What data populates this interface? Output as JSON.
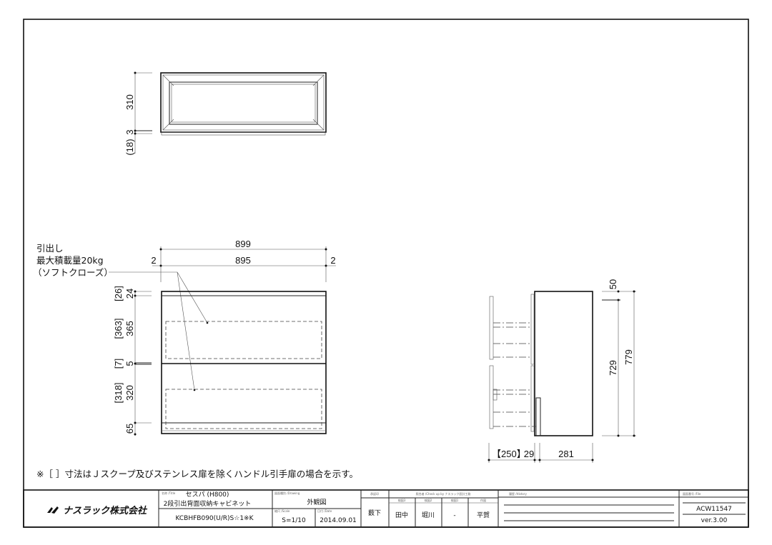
{
  "top_view": {
    "dims": {
      "depth": "310",
      "gap": "3",
      "offset": "(18)"
    }
  },
  "front_view": {
    "leader_note": [
      "引出し",
      "最大積載量20kg",
      "（ソフトクローズ）"
    ],
    "width_overall": "899",
    "width_inner": "895",
    "side_gap_left": "2",
    "side_gap_right": "2",
    "vertical_dims": [
      {
        "value": "24",
        "alt": "[26]"
      },
      {
        "value": "365",
        "alt": "[363]"
      },
      {
        "value": "5",
        "alt": "[7]"
      },
      {
        "value": "320",
        "alt": "[318]"
      },
      {
        "value": "65",
        "alt": ""
      }
    ]
  },
  "side_view": {
    "top_gap": "50",
    "body_height": "729",
    "total_height": "779",
    "drawer_extension": "【250】",
    "front_thickness": "29",
    "body_depth": "281"
  },
  "footnote": "※［ ］寸法はＪスクープ及びステンレス扉を除くハンドル引手扉の場合を示す。",
  "title_block": {
    "company": "ナスラック株式会社",
    "title_label": "名称 /Title",
    "series": "セスパ (H800)",
    "product_name": "2段引出背面収納キャビネット",
    "model": "KCBHFB090(U/R)S☆1※K",
    "drawing_label": "図面種別 /Drawing",
    "drawing_type": "外観図",
    "scale_label": "縮尺 /Scale",
    "scale": "S=1/10",
    "date_label": "日付 /Date",
    "date": "2014.09.01",
    "approval_label": "承認印",
    "approver": "薮下",
    "check_label": "照合者 /Check up by ナスラック設計工務",
    "checkers": [
      {
        "role": "検図3",
        "name": "田中"
      },
      {
        "role": "検図2",
        "name": "堀川"
      },
      {
        "role": "検図1",
        "name": "-"
      },
      {
        "role": "作図",
        "name": "平賀"
      }
    ],
    "history_label": "履歴 /History",
    "file_label": "図面番号 /File",
    "file_no": "ACW11547",
    "version": "ver.3.00"
  }
}
